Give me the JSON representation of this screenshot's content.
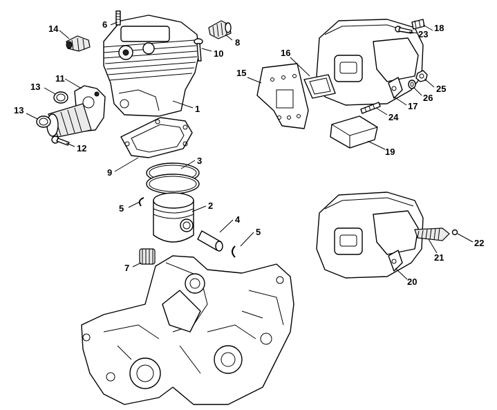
{
  "callouts": [
    {
      "id": "1",
      "text": "1"
    },
    {
      "id": "2",
      "text": "2"
    },
    {
      "id": "3",
      "text": "3"
    },
    {
      "id": "4",
      "text": "4"
    },
    {
      "id": "5a",
      "text": "5"
    },
    {
      "id": "5b",
      "text": "5"
    },
    {
      "id": "6",
      "text": "6"
    },
    {
      "id": "7",
      "text": "7"
    },
    {
      "id": "8",
      "text": "8"
    },
    {
      "id": "9",
      "text": "9"
    },
    {
      "id": "10",
      "text": "10"
    },
    {
      "id": "11",
      "text": "11"
    },
    {
      "id": "12",
      "text": "12"
    },
    {
      "id": "13a",
      "text": "13"
    },
    {
      "id": "13b",
      "text": "13"
    },
    {
      "id": "14",
      "text": "14"
    },
    {
      "id": "15",
      "text": "15"
    },
    {
      "id": "16",
      "text": "16"
    },
    {
      "id": "17",
      "text": "17"
    },
    {
      "id": "18",
      "text": "18"
    },
    {
      "id": "19",
      "text": "19"
    },
    {
      "id": "20",
      "text": "20"
    },
    {
      "id": "21",
      "text": "21"
    },
    {
      "id": "22",
      "text": "22"
    },
    {
      "id": "23",
      "text": "23"
    },
    {
      "id": "24",
      "text": "24"
    },
    {
      "id": "25",
      "text": "25"
    },
    {
      "id": "26",
      "text": "26"
    }
  ]
}
